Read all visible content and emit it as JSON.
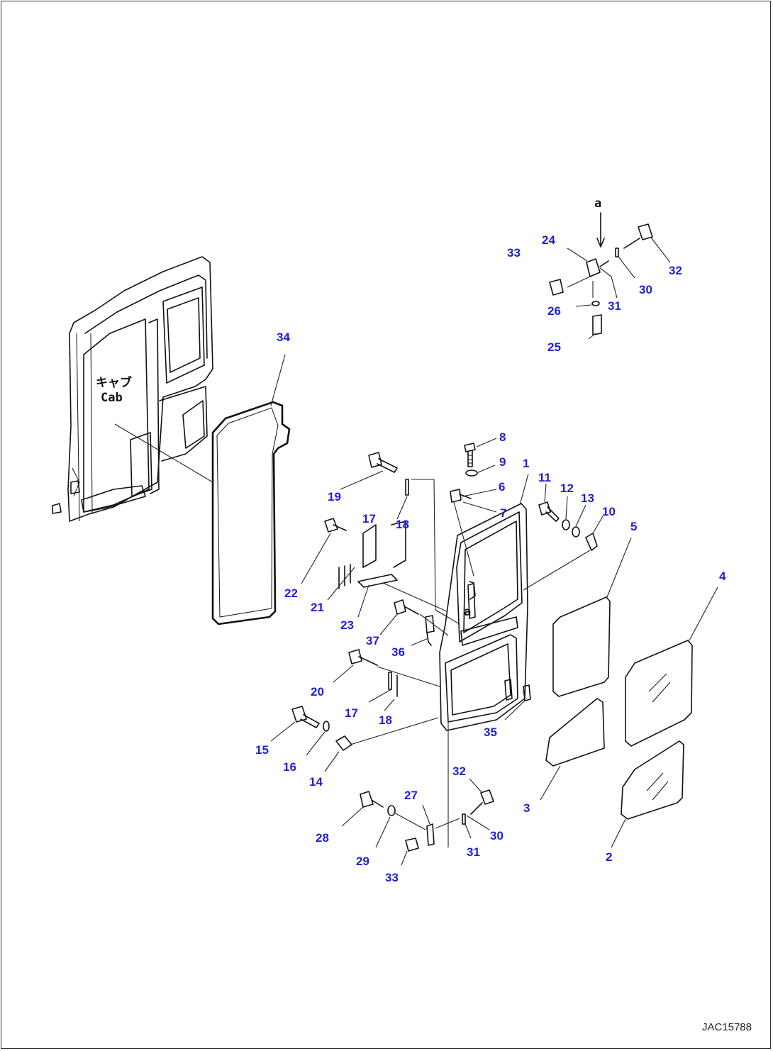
{
  "diagram": {
    "view_marker": "a",
    "view_marker_door": "a",
    "cab_label_jp": "キャブ",
    "cab_label_en": "Cab",
    "reference_code": "JAC15788",
    "callouts": [
      {
        "id": "c33a",
        "text": "33"
      },
      {
        "id": "c24",
        "text": "24"
      },
      {
        "id": "c32a",
        "text": "32"
      },
      {
        "id": "c30a",
        "text": "30"
      },
      {
        "id": "c31a",
        "text": "31"
      },
      {
        "id": "c26",
        "text": "26"
      },
      {
        "id": "c25",
        "text": "25"
      },
      {
        "id": "c34",
        "text": "34"
      },
      {
        "id": "c8",
        "text": "8"
      },
      {
        "id": "c9",
        "text": "9"
      },
      {
        "id": "c1",
        "text": "1"
      },
      {
        "id": "c6",
        "text": "6"
      },
      {
        "id": "c7",
        "text": "7"
      },
      {
        "id": "c11",
        "text": "11"
      },
      {
        "id": "c12",
        "text": "12"
      },
      {
        "id": "c13",
        "text": "13"
      },
      {
        "id": "c10",
        "text": "10"
      },
      {
        "id": "c5",
        "text": "5"
      },
      {
        "id": "c19",
        "text": "19"
      },
      {
        "id": "c18a",
        "text": "18"
      },
      {
        "id": "c17a",
        "text": "17"
      },
      {
        "id": "c22",
        "text": "22"
      },
      {
        "id": "c21",
        "text": "21"
      },
      {
        "id": "c23",
        "text": "23"
      },
      {
        "id": "c4",
        "text": "4"
      },
      {
        "id": "c37",
        "text": "37"
      },
      {
        "id": "c36",
        "text": "36"
      },
      {
        "id": "c20",
        "text": "20"
      },
      {
        "id": "c17b",
        "text": "17"
      },
      {
        "id": "c18b",
        "text": "18"
      },
      {
        "id": "c35",
        "text": "35"
      },
      {
        "id": "c15",
        "text": "15"
      },
      {
        "id": "c16",
        "text": "16"
      },
      {
        "id": "c14",
        "text": "14"
      },
      {
        "id": "c3",
        "text": "3"
      },
      {
        "id": "c32b",
        "text": "32"
      },
      {
        "id": "c27",
        "text": "27"
      },
      {
        "id": "c30b",
        "text": "30"
      },
      {
        "id": "c28",
        "text": "28"
      },
      {
        "id": "c31b",
        "text": "31"
      },
      {
        "id": "c29",
        "text": "29"
      },
      {
        "id": "c33b",
        "text": "33"
      },
      {
        "id": "c2",
        "text": "2"
      }
    ]
  },
  "colors": {
    "callout": "#1f1fd6",
    "line": "#111111"
  }
}
